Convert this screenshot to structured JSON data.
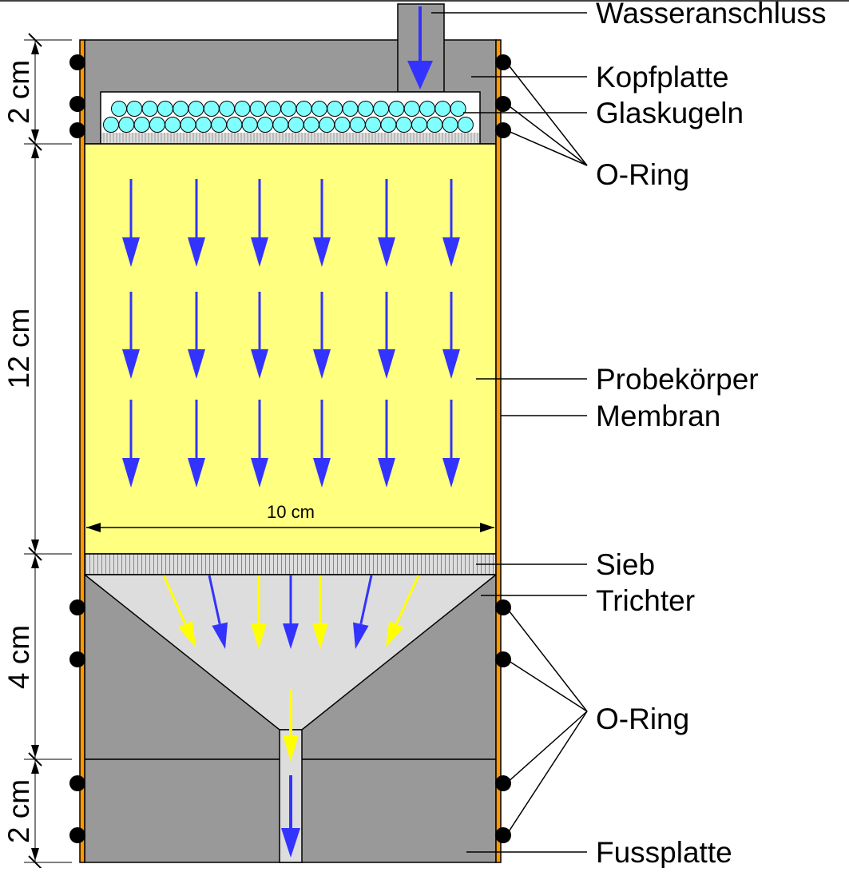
{
  "labels": {
    "wasseranschluss": "Wasseranschluss",
    "kopfplatte": "Kopfplatte",
    "glaskugeln": "Glaskugeln",
    "o_ring_top": "O-Ring",
    "probekoerper": "Probekörper",
    "membran": "Membran",
    "sieb": "Sieb",
    "trichter": "Trichter",
    "o_ring_bottom": "O-Ring",
    "fussplatte": "Fussplatte"
  },
  "dimensions": {
    "top_height": "2 cm",
    "sample_height": "12 cm",
    "funnel_height": "4 cm",
    "foot_height": "2 cm",
    "sample_width": "10 cm"
  },
  "colors": {
    "plate": "#999999",
    "sample": "#ffff80",
    "membrane": "#ff9900",
    "glass_beads": "#80ffff",
    "funnel": "#dddddd",
    "sieve": "#dddddd",
    "flow_arrow": "#3333ff",
    "flow_arrow_secondary": "#ffff00",
    "o_ring": "#000000"
  }
}
